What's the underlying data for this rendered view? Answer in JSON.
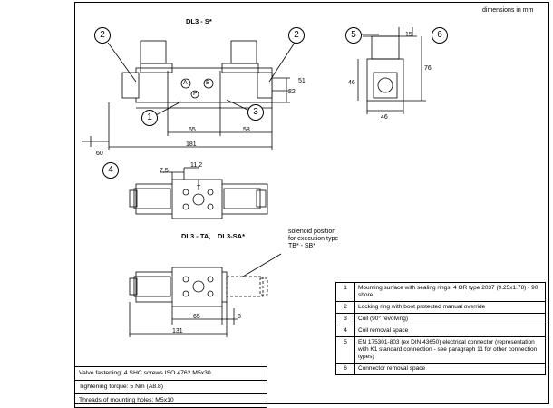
{
  "header": {
    "units": "dimensions in mm"
  },
  "views": {
    "top_title": "DL3 - S*",
    "mid_title_a": "DL3 - TA,",
    "mid_title_b": "DL3-SA*",
    "solenoid_note": [
      "solenoid position",
      "for execution type",
      "TB* - SB*"
    ]
  },
  "ports": {
    "a": "A",
    "b": "B",
    "p": "P",
    "t": "T"
  },
  "dimensions": {
    "d15": "15",
    "d76": "76",
    "d46v": "46",
    "d46h": "46",
    "d51": "51",
    "d22": "22",
    "d65": "65",
    "d58": "58",
    "d181": "181",
    "d60": "60",
    "d7_5": "7,5",
    "d11_2": "11,2",
    "d65b": "65",
    "d8": "8",
    "d131": "131"
  },
  "callouts": [
    "1",
    "2",
    "2",
    "3",
    "4",
    "5",
    "6"
  ],
  "legend": [
    {
      "num": "1",
      "text": "Mounting surface with sealing rings: 4 OR type 2037 (9.25x1.78) - 90 shore"
    },
    {
      "num": "2",
      "text": "Locking ring with boot protected manual override"
    },
    {
      "num": "3",
      "text": "Coil (90° revolving)"
    },
    {
      "num": "4",
      "text": "Coil removal space"
    },
    {
      "num": "5",
      "text": "EN 175301-803 (ex DIN 43650) electrical connector (representation with K1 standard connection - see paragraph 11 for other connection types)"
    },
    {
      "num": "6",
      "text": "Connector removal space"
    }
  ],
  "specs": [
    "Valve fastening: 4 SHC screws ISO 4762 M5x30",
    "Tightening torque: 5 Nm (A8.8)",
    "Threads of mounting holes: M5x10"
  ]
}
